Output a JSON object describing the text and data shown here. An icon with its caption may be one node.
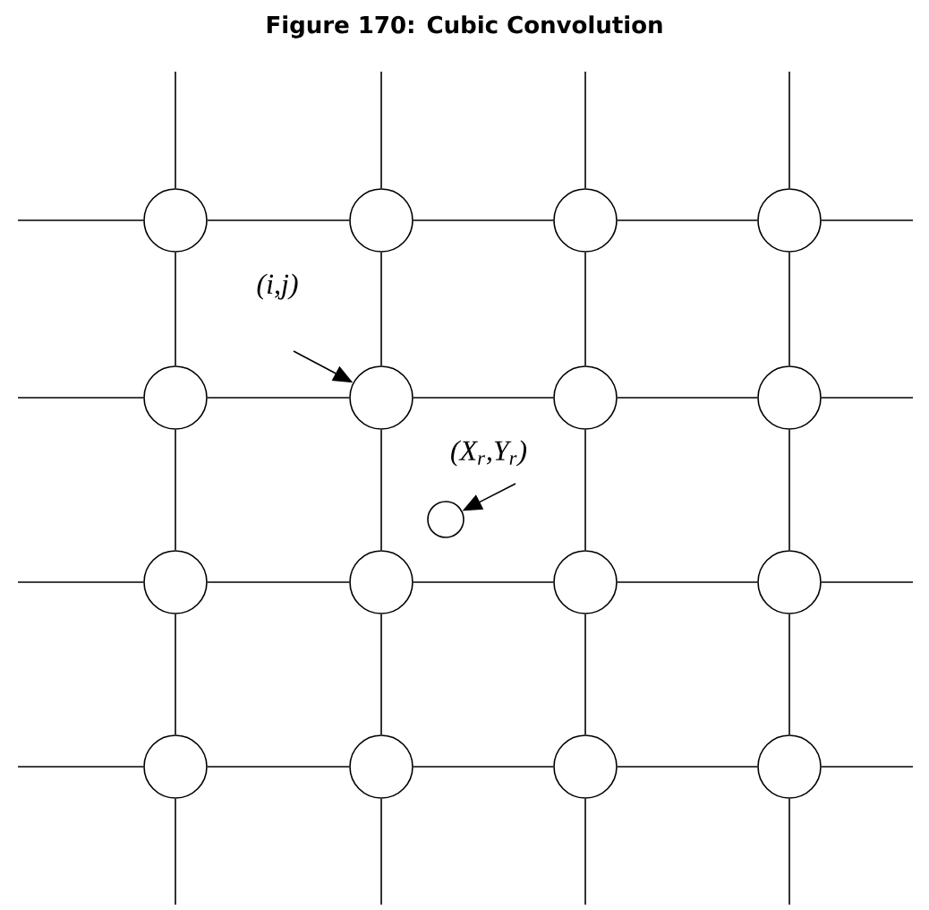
{
  "diagram": {
    "title": "Figure 170: Cubic Convolution",
    "nodes": [
      {
        "text": [],
        "shape": "circle"
      },
      {
        "text": [],
        "shape": "circle"
      },
      {
        "text": [],
        "shape": "circle"
      },
      {
        "text": [],
        "shape": "circle"
      },
      {
        "text": [],
        "shape": "circle"
      },
      {
        "text": [],
        "shape": "circle"
      },
      {
        "text": [],
        "shape": "circle"
      },
      {
        "text": [],
        "shape": "circle"
      },
      {
        "text": [],
        "shape": "circle"
      },
      {
        "text": [],
        "shape": "circle"
      },
      {
        "text": [],
        "shape": "circle"
      },
      {
        "text": [],
        "shape": "circle"
      },
      {
        "text": [],
        "shape": "circle"
      },
      {
        "text": [],
        "shape": "circle"
      },
      {
        "text": [],
        "shape": "circle"
      },
      {
        "text": [],
        "shape": "circle"
      },
      {
        "text": [],
        "shape": "circle"
      },
      {
        "text": [
          "(i,j)"
        ]
      },
      {
        "text": [
          "(X$_{r}$,Y$_{r}$)"
        ]
      }
    ],
    "edges": [
      {
        "from": 0,
        "to": 1,
        "arrow": "none"
      },
      {
        "from": 1,
        "to": 2,
        "arrow": "none"
      },
      {
        "from": 2,
        "to": 3,
        "arrow": "none"
      },
      {
        "from": 4,
        "to": 5,
        "arrow": "none"
      },
      {
        "from": 5,
        "to": 6,
        "arrow": "none"
      },
      {
        "from": 6,
        "to": 7,
        "arrow": "none"
      },
      {
        "from": 8,
        "to": 9,
        "arrow": "none"
      },
      {
        "from": 9,
        "to": 10,
        "arrow": "none"
      },
      {
        "from": 10,
        "to": 11,
        "arrow": "none"
      },
      {
        "from": 12,
        "to": 13,
        "arrow": "none"
      },
      {
        "from": 13,
        "to": 14,
        "arrow": "none"
      },
      {
        "from": 14,
        "to": 15,
        "arrow": "none"
      },
      {
        "from": 0,
        "to": 4,
        "arrow": "none"
      },
      {
        "from": 4,
        "to": 8,
        "arrow": "none"
      },
      {
        "from": 8,
        "to": 12,
        "arrow": "none"
      },
      {
        "from": 1,
        "to": 5,
        "arrow": "none"
      },
      {
        "from": 5,
        "to": 9,
        "arrow": "none"
      },
      {
        "from": 9,
        "to": 13,
        "arrow": "none"
      },
      {
        "from": 2,
        "to": 6,
        "arrow": "none"
      },
      {
        "from": 6,
        "to": 10,
        "arrow": "none"
      },
      {
        "from": 10,
        "to": 14,
        "arrow": "none"
      },
      {
        "from": 3,
        "to": 7,
        "arrow": "none"
      },
      {
        "from": 7,
        "to": 11,
        "arrow": "none"
      },
      {
        "from": 11,
        "to": 15,
        "arrow": "none"
      },
      {
        "from": null,
        "to": 0,
        "arrow": "none"
      },
      {
        "from": null,
        "to": 1,
        "arrow": "none"
      },
      {
        "from": null,
        "to": 2,
        "arrow": "none"
      },
      {
        "from": null,
        "to": 3,
        "arrow": "none"
      },
      {
        "from": null,
        "to": 12,
        "arrow": "none"
      },
      {
        "from": null,
        "to": 13,
        "arrow": "none"
      },
      {
        "from": null,
        "to": 14,
        "arrow": "none"
      },
      {
        "from": null,
        "to": 15,
        "arrow": "none"
      },
      {
        "from": null,
        "to": 0,
        "arrow": "none"
      },
      {
        "from": null,
        "to": 4,
        "arrow": "none"
      },
      {
        "from": null,
        "to": 8,
        "arrow": "none"
      },
      {
        "from": null,
        "to": 12,
        "arrow": "none"
      },
      {
        "from": null,
        "to": 3,
        "arrow": "none"
      },
      {
        "from": null,
        "to": 7,
        "arrow": "none"
      },
      {
        "from": null,
        "to": 11,
        "arrow": "none"
      },
      {
        "from": null,
        "to": 15,
        "arrow": "none"
      },
      {
        "from": 17,
        "to": 5,
        "arrow": "to"
      },
      {
        "from": 18,
        "to": 16,
        "arrow": "to"
      }
    ]
  }
}
